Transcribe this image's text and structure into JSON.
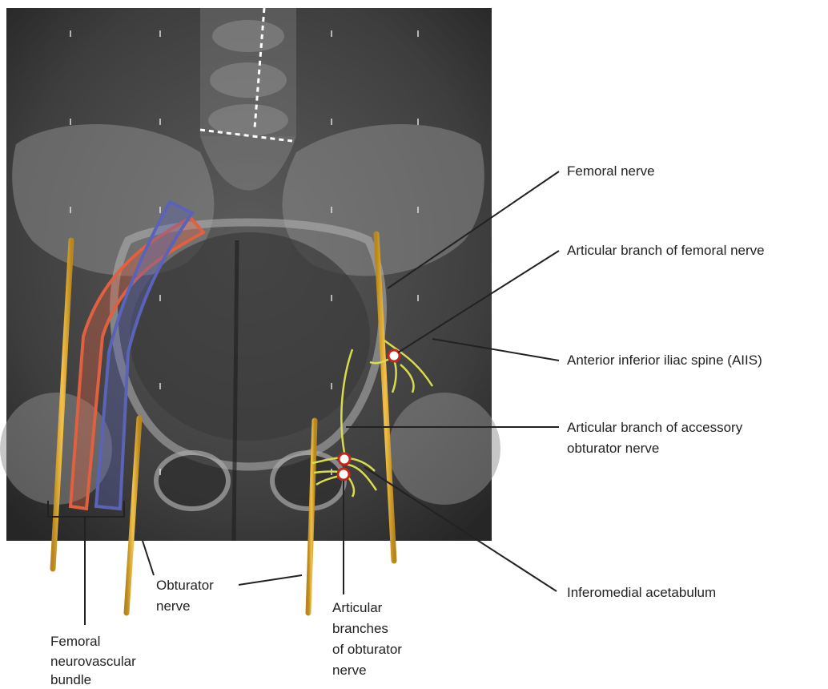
{
  "labels": {
    "femoral_nerve": "Femoral nerve",
    "articular_branch_femoral": "Articular branch of femoral nerve",
    "aiis": "Anterior inferior iliac spine (AIIS)",
    "accessory_obturator": [
      "Articular branch of accessory",
      "obturator nerve"
    ],
    "inferomedial_acetabulum": "Inferomedial acetabulum",
    "obturator_nerve": [
      "Obturator",
      "nerve"
    ],
    "articular_branches_obturator": [
      "Articular",
      "branches",
      "of obturator",
      "nerve"
    ],
    "femoral_neurovascular_bundle": [
      "Femoral",
      "neurovascular",
      "bundle"
    ]
  },
  "colors": {
    "nerve": "#d9a92e",
    "artery_outline": "#e0603f",
    "vein_outline": "#5a63b8",
    "branch": "#d8dc4a",
    "target_fill": "#ffffff",
    "target_ring": "#c0281e",
    "leader": "#222222"
  }
}
